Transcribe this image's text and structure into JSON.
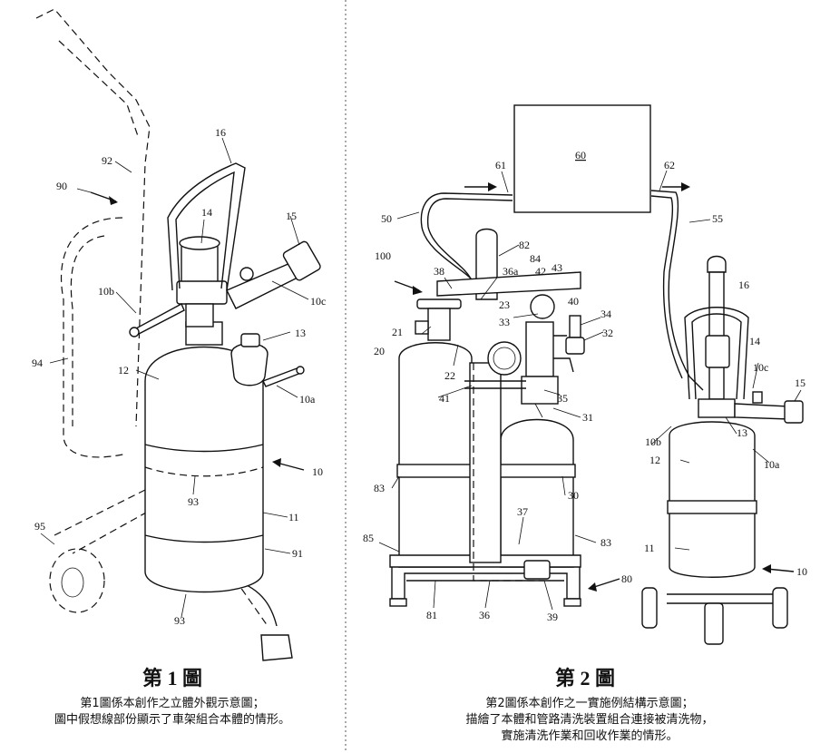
{
  "figure1": {
    "title": "第 1 圖",
    "caption_line1": "第1圖係本創作之立體外觀示意圖；",
    "caption_line2": "圖中假想線部份顯示了車架組合本體的情形。",
    "labels": [
      "16",
      "92",
      "90",
      "14",
      "15",
      "10b",
      "10c",
      "13",
      "94",
      "12",
      "10a",
      "10",
      "93",
      "11",
      "95",
      "91",
      "93"
    ]
  },
  "figure2": {
    "title": "第 2 圖",
    "caption_line1": "第2圖係本創作之一實施例結構示意圖；",
    "caption_line2": "描繪了本體和管路清洗裝置組合連接被清洗物，",
    "caption_line3": "實施清洗作業和回收作業的情形。",
    "labels": [
      "60",
      "61",
      "62",
      "50",
      "55",
      "82",
      "100",
      "84",
      "38",
      "36a",
      "42",
      "43",
      "16",
      "23",
      "40",
      "34",
      "21",
      "33",
      "32",
      "14",
      "20",
      "10c",
      "22",
      "15",
      "41",
      "35",
      "13",
      "31",
      "10b",
      "10a",
      "12",
      "83",
      "30",
      "37",
      "85",
      "83",
      "11",
      "80",
      "10",
      "81",
      "36",
      "39"
    ]
  }
}
